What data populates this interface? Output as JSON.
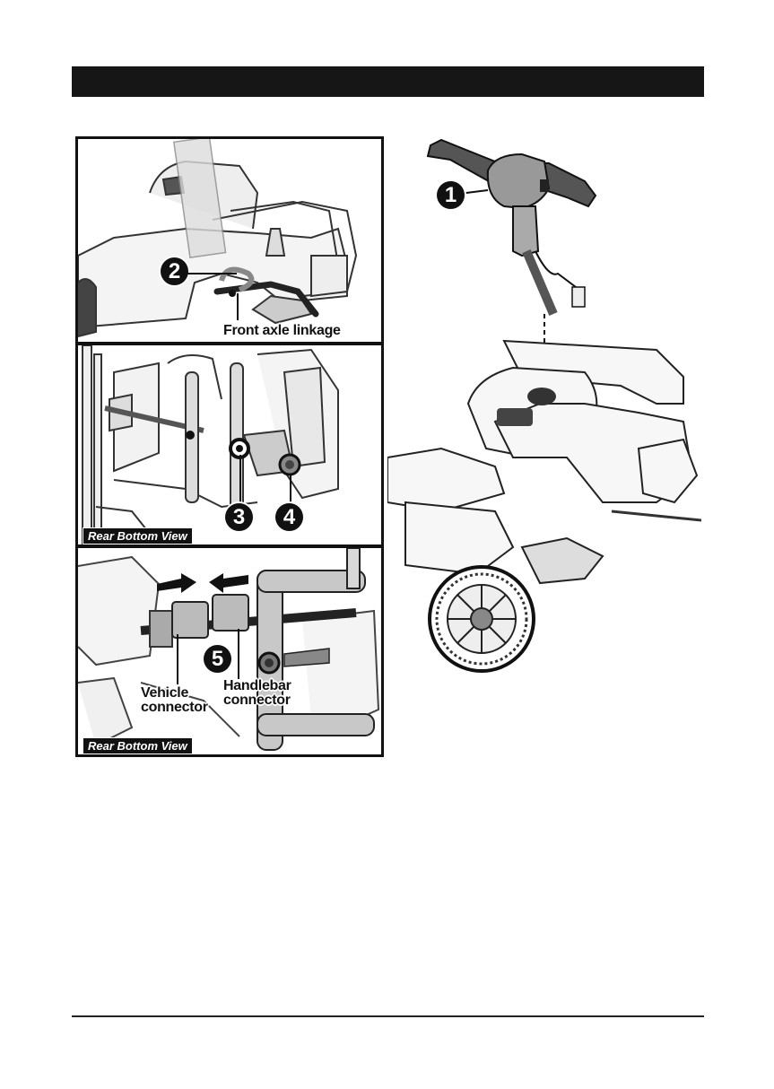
{
  "panels": {
    "top": {
      "callout": "2",
      "label": "Front axle linkage"
    },
    "middle": {
      "callouts": [
        "3",
        "4"
      ],
      "view_label": "Rear Bottom View"
    },
    "bottom": {
      "callout": "5",
      "vehicle_connector_label": "Vehicle\nconnector",
      "handlebar_connector_label": "Handlebar\nconnector",
      "view_label": "Rear Bottom View"
    }
  },
  "main": {
    "callout": "1"
  }
}
